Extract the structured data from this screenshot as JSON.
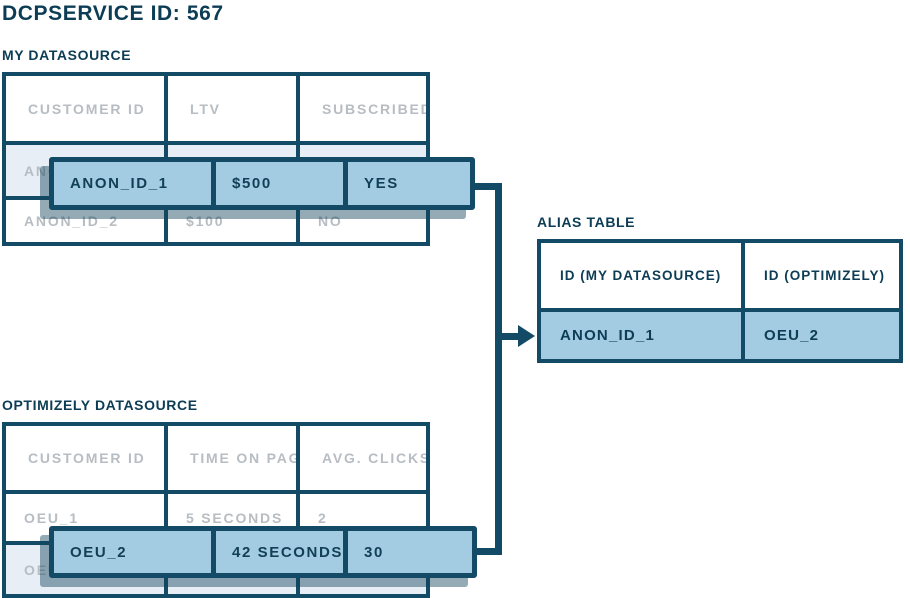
{
  "page": {
    "title": "DCPSERVICE ID: 567"
  },
  "colors": {
    "navy_border": "#134b66",
    "navy_text": "#0d3c55",
    "row_highlight_blue": "#a3cbe1",
    "row_selected_light": "#e7eef6",
    "muted_gray_text": "#b7bdc3"
  },
  "my_datasource": {
    "label": "MY DATASOURCE",
    "headers": [
      "CUSTOMER ID",
      "LTV",
      "SUBSCRIBED"
    ],
    "rows": [
      {
        "cells": [
          "ANON_ID_1",
          "$500",
          "YES"
        ],
        "highlighted": true
      },
      {
        "cells": [
          "ANON_ID_2",
          "$100",
          "NO"
        ],
        "highlighted": false
      }
    ]
  },
  "dragged_rows": [
    {
      "source": "my_datasource",
      "cells": [
        "ANON_ID_1",
        "$500",
        "YES"
      ]
    },
    {
      "source": "optimizely_datasource",
      "cells": [
        "OEU_2",
        "42 SECONDS",
        "30"
      ]
    }
  ],
  "alias_table": {
    "label": "ALIAS TABLE",
    "headers": [
      "ID (MY DATASOURCE)",
      "ID (OPTIMIZELY)"
    ],
    "rows": [
      {
        "cells": [
          "ANON_ID_1",
          "OEU_2"
        ],
        "highlighted": true
      }
    ]
  },
  "optimizely_datasource": {
    "label": "OPTIMIZELY DATASOURCE",
    "headers": [
      "CUSTOMER ID",
      "TIME ON PAGE",
      "AVG. CLICKS"
    ],
    "rows": [
      {
        "cells": [
          "OEU_1",
          "5 SECONDS",
          "2"
        ],
        "highlighted": false
      },
      {
        "cells": [
          "OEU_2",
          "42 SECONDS",
          "30"
        ],
        "highlighted": true
      }
    ]
  }
}
